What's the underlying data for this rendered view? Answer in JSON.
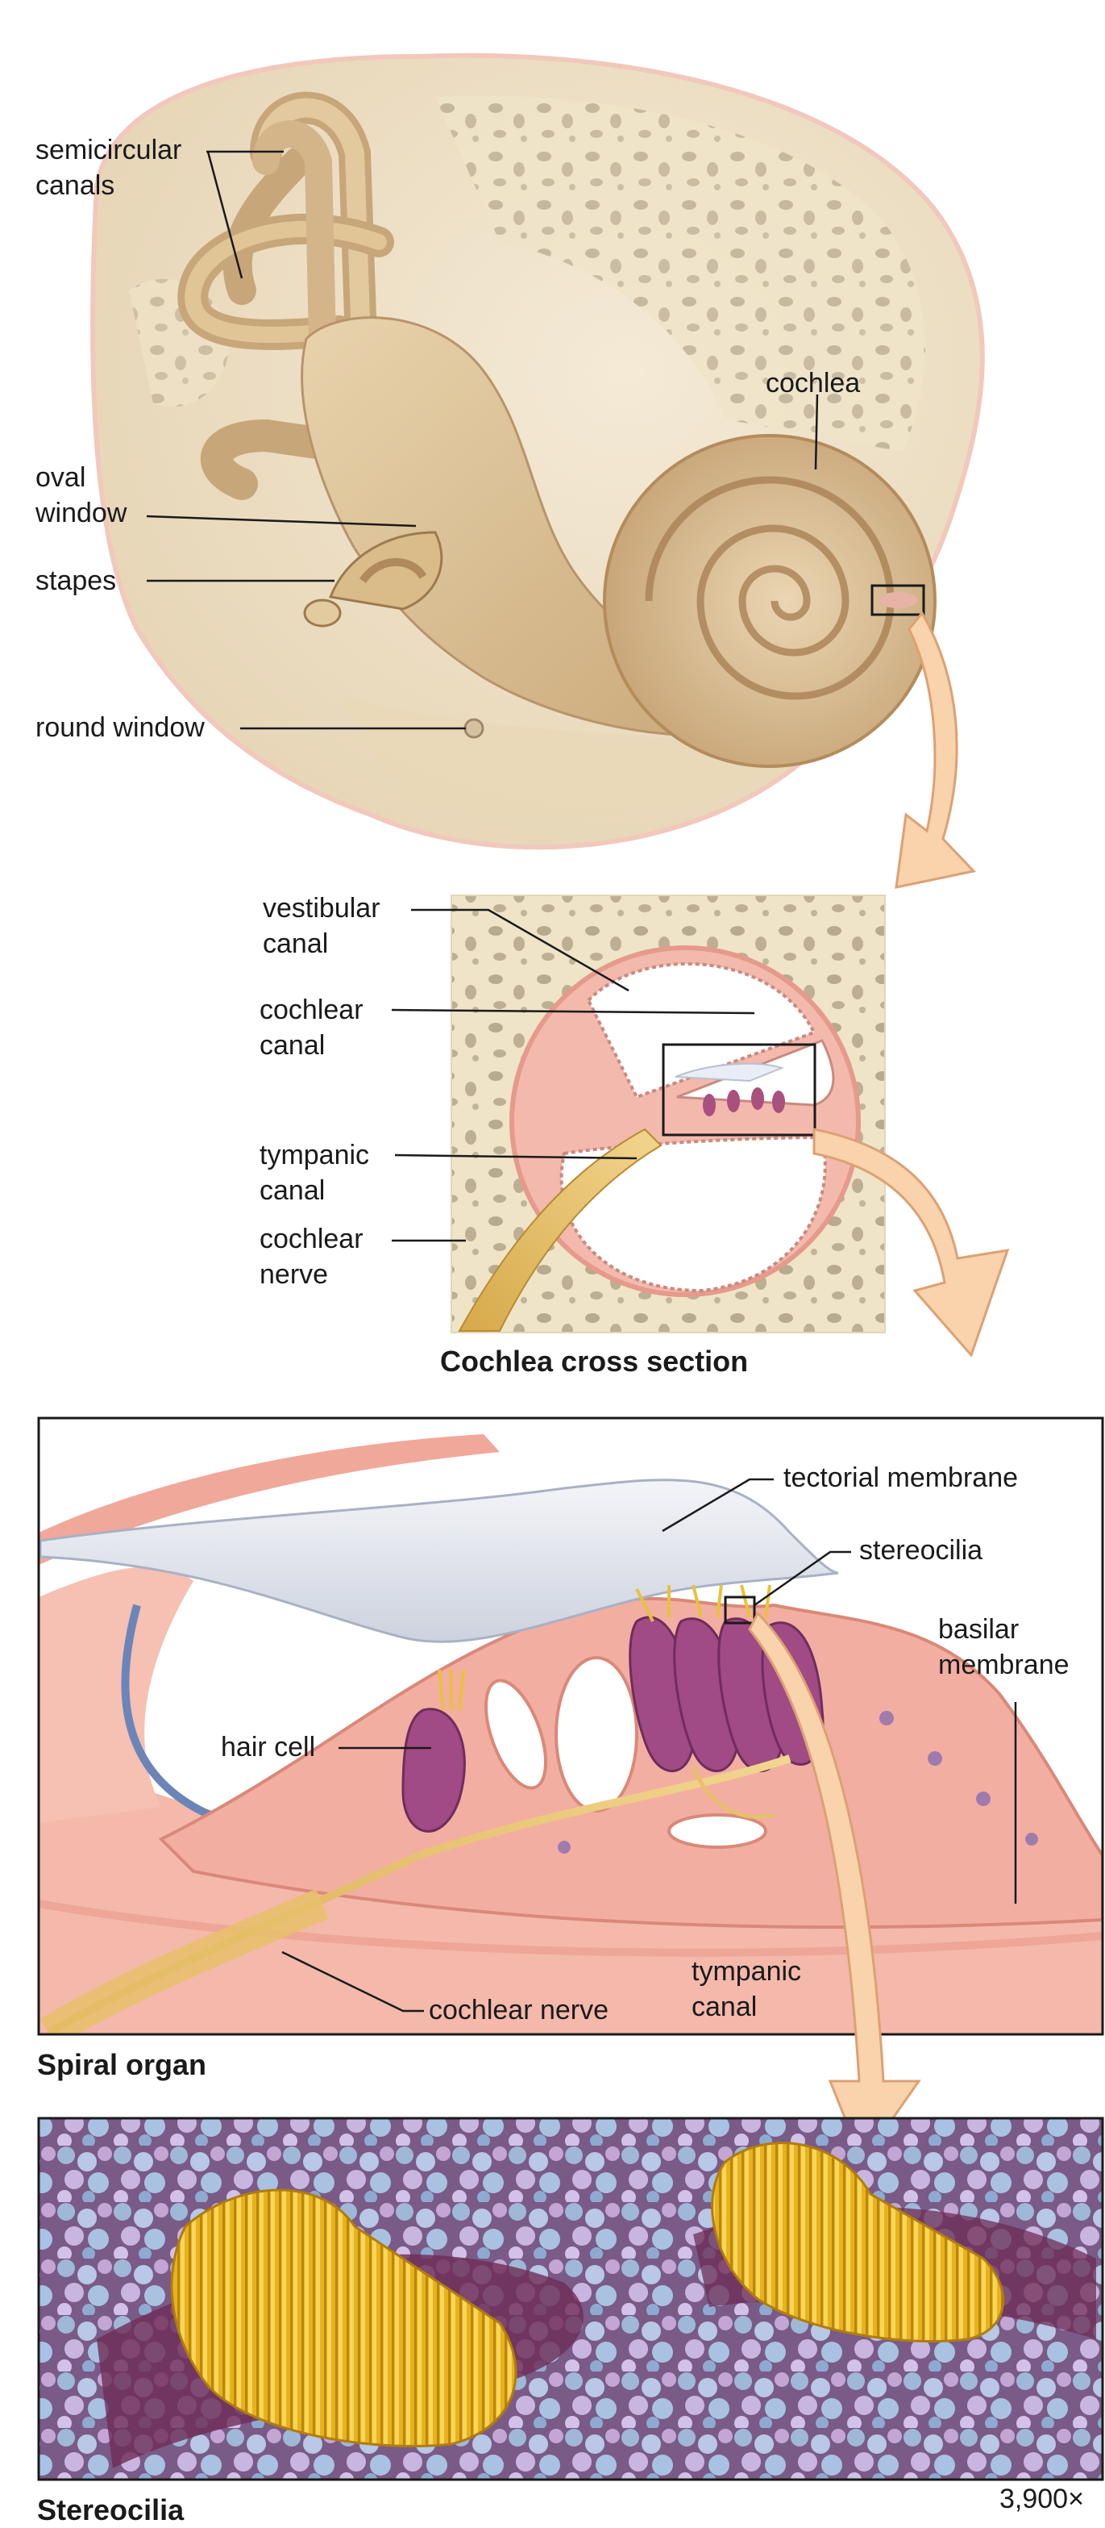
{
  "inner_ear": {
    "labels": {
      "semicircular_canals": "semicircular\ncanals",
      "oval_window": "oval\nwindow",
      "stapes": "stapes",
      "round_window": "round window",
      "cochlea": "cochlea"
    }
  },
  "cochlea_section": {
    "title": "Cochlea cross section",
    "labels": {
      "vestibular_canal": "vestibular\ncanal",
      "cochlear_canal": "cochlear\ncanal",
      "tympanic_canal": "tympanic\ncanal",
      "cochlear_nerve": "cochlear\nnerve"
    }
  },
  "spiral_organ": {
    "title": "Spiral organ",
    "labels": {
      "tectorial_membrane": "tectorial membrane",
      "stereocilia": "stereocilia",
      "basilar_membrane": "basilar\nmembrane",
      "hair_cell": "hair cell",
      "tympanic_canal": "tympanic\ncanal",
      "cochlear_nerve": "cochlear nerve"
    }
  },
  "micrograph": {
    "title": "Stereocilia",
    "magnification": "3,900×"
  },
  "colors": {
    "bone": "#efe4cc",
    "labyrinth": "#d8bf95",
    "tissue_pink": "#f2b5a8",
    "hair_cell": "#a04a86",
    "membrane": "#e8ebf2",
    "arrow": "#f8d3ab",
    "nerve": "#e7c06a"
  }
}
